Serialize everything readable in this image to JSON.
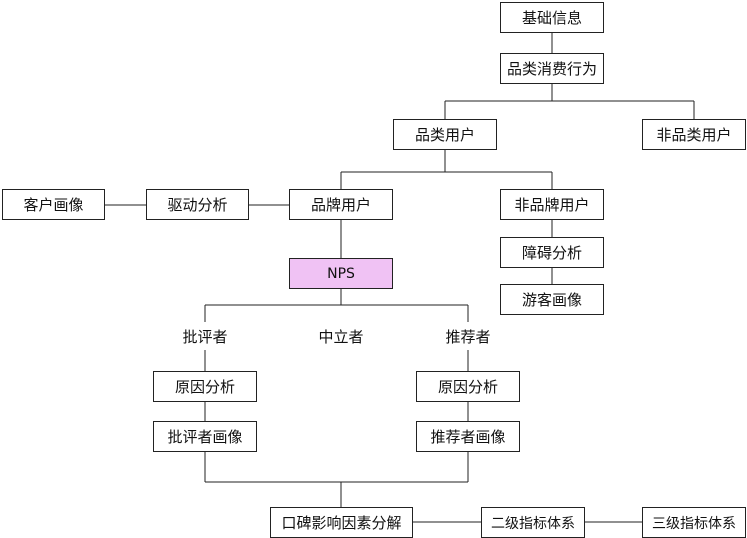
{
  "nodes": {
    "basic_info": "基础信息",
    "category_behavior": "品类消费行为",
    "category_user": "品类用户",
    "non_category_user": "非品类用户",
    "customer_profile": "客户画像",
    "driver_analysis": "驱动分析",
    "brand_user": "品牌用户",
    "non_brand_user": "非品牌用户",
    "barrier_analysis": "障碍分析",
    "visitor_profile": "游客画像",
    "nps": "NPS",
    "critics": "批评者",
    "neutral": "中立者",
    "promoters": "推荐者",
    "critic_cause": "原因分析",
    "critic_profile": "批评者画像",
    "promoter_cause": "原因分析",
    "promoter_profile": "推荐者画像",
    "word_of_mouth": "口碑影响因素分解",
    "level2_index": "二级指标体系",
    "level3_index": "三级指标体系"
  },
  "colors": {
    "nps_fill": "#f0c2f4",
    "line": "#222222"
  }
}
